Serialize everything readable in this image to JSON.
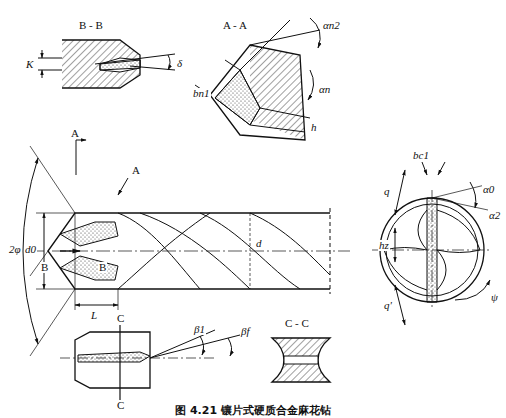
{
  "diagram": {
    "caption": "图 4.21 镶片式硬质合金麻花钻",
    "labels": [
      "B - B",
      "A - A",
      "αn2",
      "δ",
      "K",
      "bn1",
      "αn",
      "h",
      "2φ",
      "A",
      "A",
      "B",
      "B",
      "d0",
      "d",
      "L",
      "bc1",
      "α0",
      "α2",
      "q",
      "hz",
      "q'",
      "ψ",
      "C",
      "C",
      "C - C",
      "β1",
      "βf"
    ]
  }
}
